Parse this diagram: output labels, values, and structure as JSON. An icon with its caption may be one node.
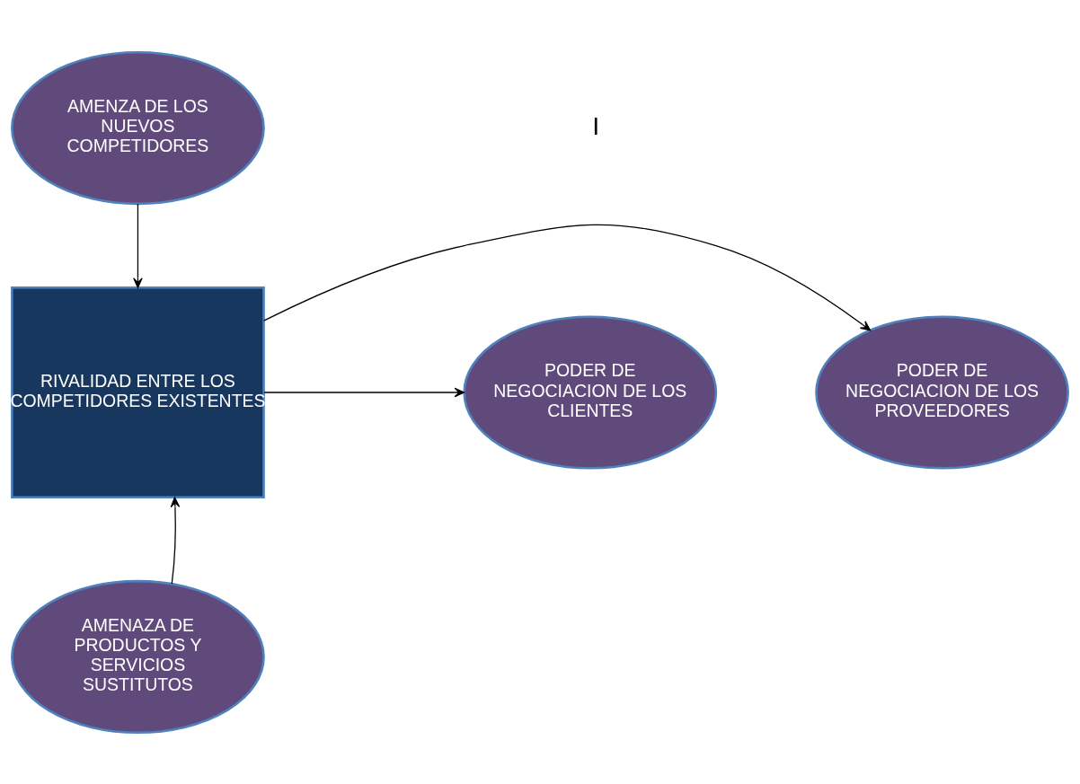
{
  "diagram": {
    "nodes": [
      {
        "text": [
          "AMENZA DE LOS NUEVOS COMPETIDORES"
        ]
      },
      {
        "text": [
          "PODER DE NEGOCIACION DE LOS PROVEEDORES"
        ]
      },
      {
        "text": [
          "RIVALIDAD ENTRE LOS COMPETIDORES EXISTENTES"
        ]
      },
      {
        "text": [
          "PODER DE NEGOCIACION DE LOS CLIENTES"
        ]
      },
      {
        "text": [
          "AMENAZA DE PRODUCTOS Y SERVICIOS SUSTITUTOS"
        ]
      }
    ],
    "edges": [
      {
        "from": 0,
        "to": 2,
        "arrow": "to"
      },
      {
        "from": 2,
        "to": 1,
        "arrow": "to"
      },
      {
        "from": 2,
        "to": 3,
        "arrow": "to"
      },
      {
        "from": 4,
        "to": 2,
        "arrow": "to"
      }
    ],
    "labels": [
      "I"
    ]
  }
}
